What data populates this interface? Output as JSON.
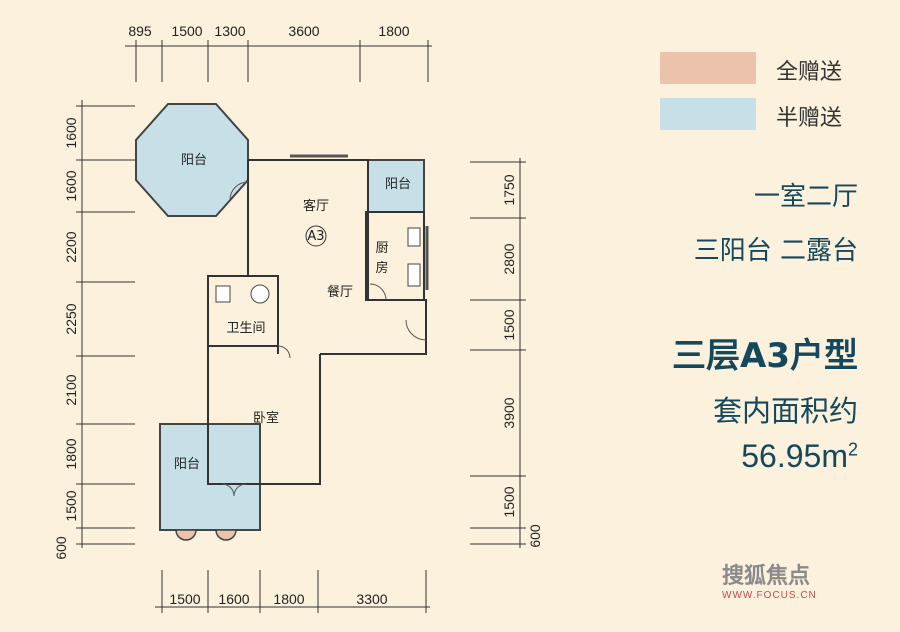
{
  "dimensions": {
    "top": [
      "895",
      "1500",
      "1300",
      "3600",
      "1800"
    ],
    "bottom": [
      "1500",
      "1600",
      "1800",
      "3300"
    ],
    "left": [
      "1600",
      "1600",
      "2200",
      "2250",
      "2100",
      "1800",
      "1500",
      "600"
    ],
    "right": [
      "1750",
      "2800",
      "1500",
      "3900",
      "1500",
      "600"
    ]
  },
  "rooms": {
    "balcony_top": "阳台",
    "living_room": "客厅",
    "unit_tag": "A3",
    "balcony_right": "阳台",
    "kitchen_char1": "厨",
    "kitchen_char2": "房",
    "dining_room": "餐厅",
    "bathroom": "卫生间",
    "bedroom": "卧室",
    "balcony_bottom": "阳台"
  },
  "legend": [
    {
      "label": "全赠送",
      "color": "#ecc2ac"
    },
    {
      "label": "半赠送",
      "color": "#c7e0e8"
    }
  ],
  "info": {
    "layout": "一室二厅",
    "balconies": "三阳台  二露台",
    "title": "三层A3户型",
    "area_label": "套内面积约",
    "area_value": "56.95m",
    "area_sup": "2"
  },
  "watermark": {
    "text": "搜狐焦点",
    "url": "WWW.FOCUS.CN"
  },
  "colors": {
    "half_gift": "#c7e0e8",
    "full_gift": "#ecc2ac",
    "text_blue": "#14485c",
    "background": "#fbf1dc"
  }
}
